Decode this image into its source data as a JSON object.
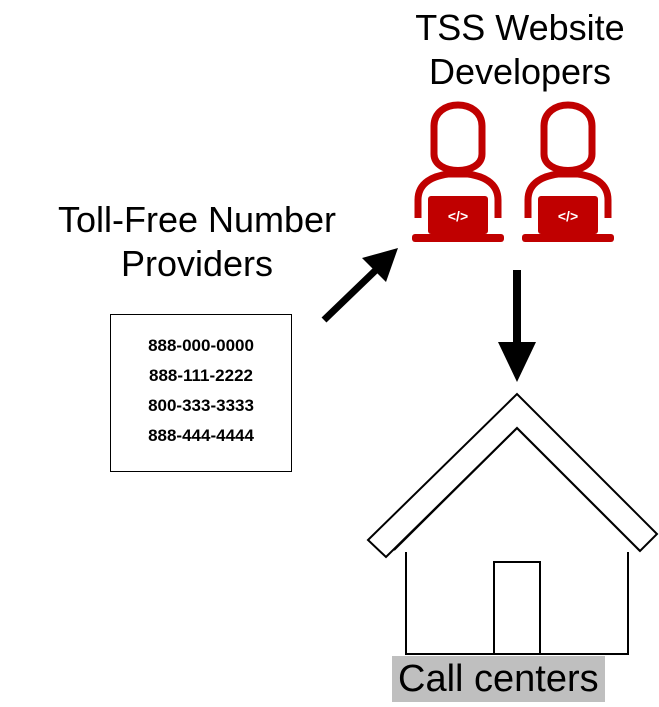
{
  "developers": {
    "label_line1": "TSS Website",
    "label_line2": "Developers",
    "icon_color": "#c00000"
  },
  "providers": {
    "label_line1": "Toll-Free Number",
    "label_line2": "Providers",
    "numbers": [
      "888-000-0000",
      "888-111-2222",
      "800-333-3333",
      "888-444-4444"
    ]
  },
  "call_centers": {
    "label": "Call centers",
    "label_background": "#bfbfbf"
  }
}
